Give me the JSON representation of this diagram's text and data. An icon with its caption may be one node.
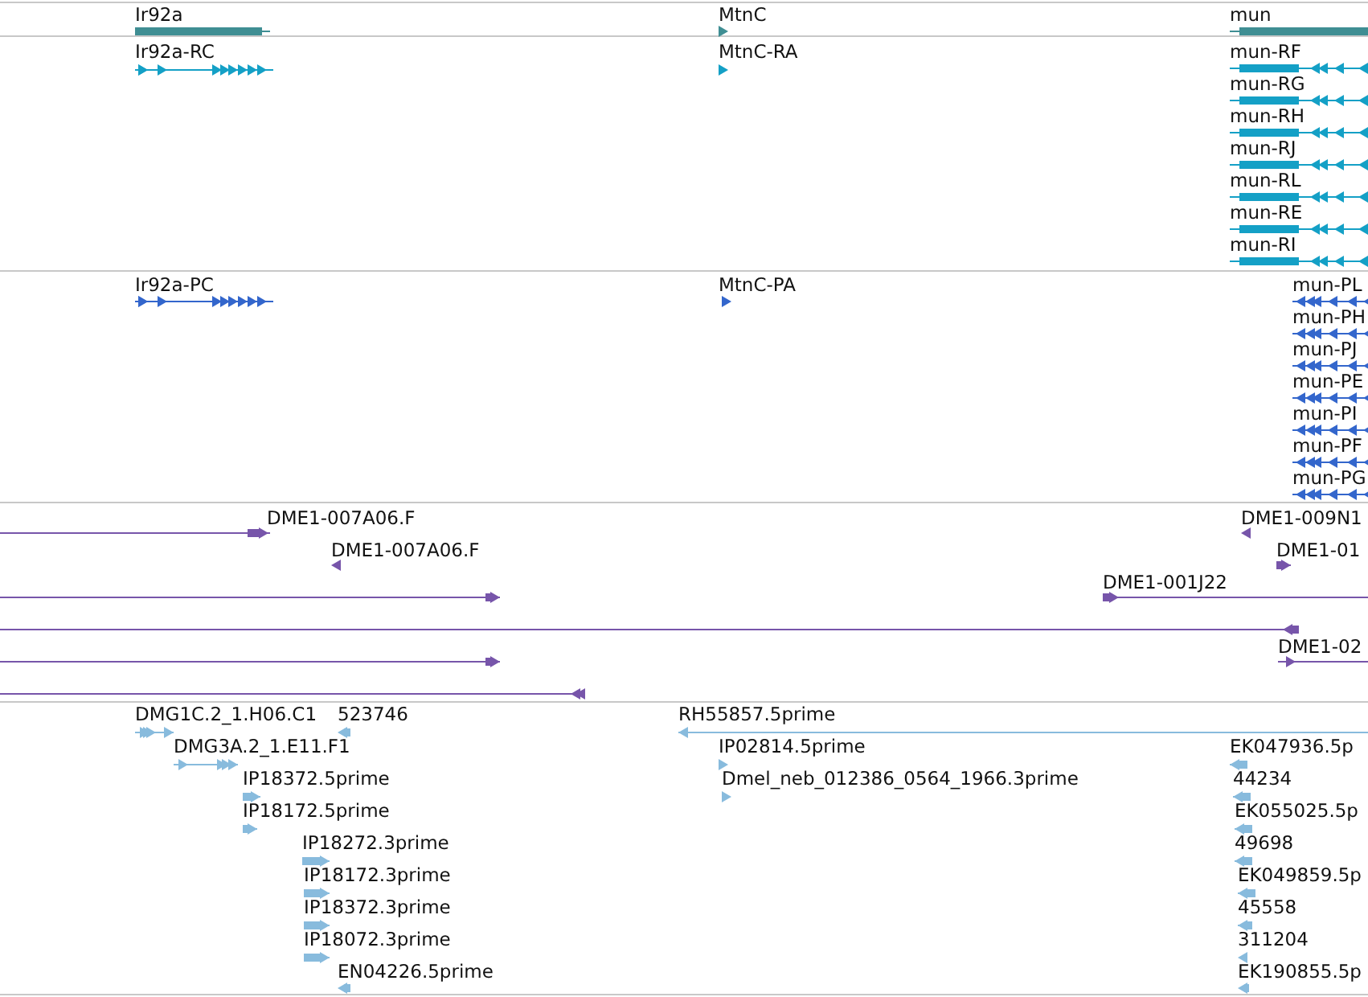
{
  "diagram": {
    "labels": [
      "Ir92a",
      "MtnC",
      "mun",
      "Ir92a-RC",
      "MtnC-RA",
      "mun-RF",
      "mun-RG",
      "mun-RH",
      "mun-RJ",
      "mun-RL",
      "mun-RE",
      "mun-RI",
      "Ir92a-PC",
      "MtnC-PA",
      "mun-PL",
      "mun-PH",
      "mun-PJ",
      "mun-PE",
      "mun-PI",
      "mun-PF",
      "mun-PG",
      "DME1-007A06.F",
      "DME1-009N1",
      "DME1-007A06.F",
      "DME1-01",
      "DME1-001J22",
      "DME1-02",
      "DMG1C.2_1.H06.C1",
      "523746",
      "RH55857.5prime",
      "DMG3A.2_1.E11.F1",
      "IP02814.5prime",
      "EK047936.5p",
      "IP18372.5prime",
      "Dmel_neb_012386_0564_1966.3prime",
      "44234",
      "IP18172.5prime",
      "EK055025.5p",
      "IP18272.3prime",
      "49698",
      "IP18172.3prime",
      "EK049859.5p",
      "IP18372.3prime",
      "45558",
      "IP18072.3prime",
      "311204",
      "EN04226.5prime",
      "EK190855.5p"
    ]
  }
}
